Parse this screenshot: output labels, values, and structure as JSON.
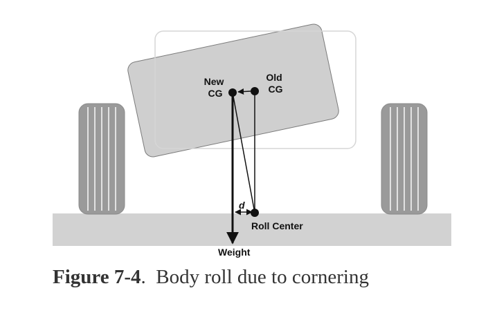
{
  "labels": {
    "new_cg": [
      "New",
      "CG"
    ],
    "old_cg": [
      "Old",
      "CG"
    ],
    "d": "d",
    "roll_center": "Roll Center",
    "weight": "Weight"
  },
  "caption": {
    "figure_number": "Figure 7-4",
    "separator": ".",
    "text": "Body roll due to cornering"
  },
  "colors": {
    "body_fill": "#cfcfcf",
    "body_stroke": "#7a7a7a",
    "ghost_stroke": "#d6d6d6",
    "road_fill": "#d2d2d2",
    "tire_fill": "#9a9a9a",
    "tire_groove": "#e2e2e2",
    "ink": "#111111"
  }
}
